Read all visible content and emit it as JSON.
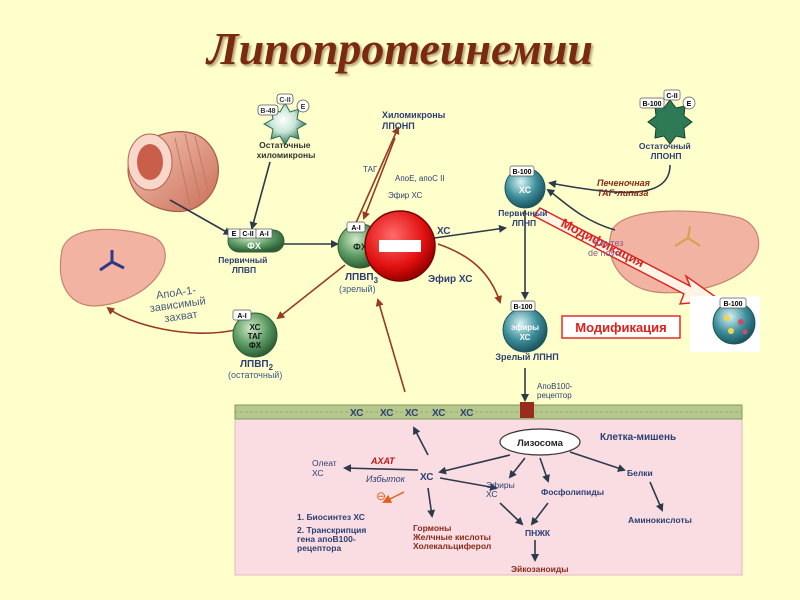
{
  "title": "Липопротеинемии",
  "remnant_chylomicrons": {
    "apos": [
      "B-48",
      "C-II",
      "E"
    ],
    "label": [
      "Остаточные",
      "хиломикроны"
    ]
  },
  "hdl_primary": {
    "apos": [
      "E",
      "C-II",
      "A-I"
    ],
    "core": "ФХ",
    "label": [
      "Первичный",
      "ЛПВП"
    ]
  },
  "hdl3": {
    "apo": "A-I",
    "core": "ФХ",
    "label": "ЛПВП",
    "sub": "3",
    "note": "(зрелый)"
  },
  "hdl2": {
    "apo": "A-I",
    "core": [
      "ХС",
      "ТАГ",
      "ФХ"
    ],
    "label": "ЛПВП",
    "sub": "2",
    "note": "(остаточный)"
  },
  "chylo_vldl": [
    "Хиломикроны",
    "ЛПОНП"
  ],
  "tag": "ТАГ",
  "apoe_apoc": "АпоЕ, апоС II",
  "ester_cs_top": "Эфир ХС",
  "cs": "ХС",
  "ester_cs_mid": "Эфир ХС",
  "apoa_uptake": [
    "АпоА-1-",
    "зависимый",
    "захват"
  ],
  "primary_ldl": {
    "apo": "B-100",
    "core": "ХС",
    "label": [
      "Первичный",
      "ЛПНП"
    ]
  },
  "remnant_vldl": {
    "apos": [
      "B-100",
      "C-II",
      "E"
    ],
    "label": [
      "Остаточный",
      "ЛПОНП"
    ]
  },
  "hepatic_lipase": [
    "Печеночная",
    "ТАГ-липаза"
  ],
  "mature_ldl": {
    "apo": "B-100",
    "core": [
      "эфиры",
      "ХС"
    ],
    "label": "Зрелый ЛПНП"
  },
  "modified_ldl_apo": "B-100",
  "modification_box": "Модификация",
  "modification_arrow": "Модификация",
  "de_novo_synthesis": [
    "Синтез",
    "de novo"
  ],
  "receptor": [
    "АпоВ100-",
    "рецептор"
  ],
  "membrane_cs": [
    "ХС",
    "ХС",
    "ХС",
    "ХС",
    "ХС"
  ],
  "target_cell": "Клетка-мишень",
  "lysosome": "Лизосома",
  "cell_cs": "ХС",
  "oleate": [
    "Олеат",
    "ХС"
  ],
  "acat": "АХАТ",
  "excess": "Избыток",
  "inhibit_sign": "⊖",
  "cs_esters": [
    "Эфиры",
    "ХС"
  ],
  "phospholipids": "Фосфолипиды",
  "proteins": "Белки",
  "amino_acids": "Аминокислоты",
  "effects": [
    "1. Биосинтез ХС",
    "2. Транскрипция",
    "гена апоВ100-",
    "рецептора"
  ],
  "hormones": [
    "Гормоны",
    "Желчные кислоты",
    "Холекальциферол"
  ],
  "pufa": "ПНЖК",
  "eicosanoids": "Эйкозаноиды",
  "colors": {
    "title": "#7a2a10",
    "arrow": "#2d3a4a",
    "arrow_brown": "#9a3a22",
    "hdl": "#4f8a56",
    "ldl": "#2f7f8e",
    "modification": "#e0201a",
    "stop": "#e10f0f",
    "liver": "#f2b3a2",
    "cell": "#f9dde3"
  }
}
